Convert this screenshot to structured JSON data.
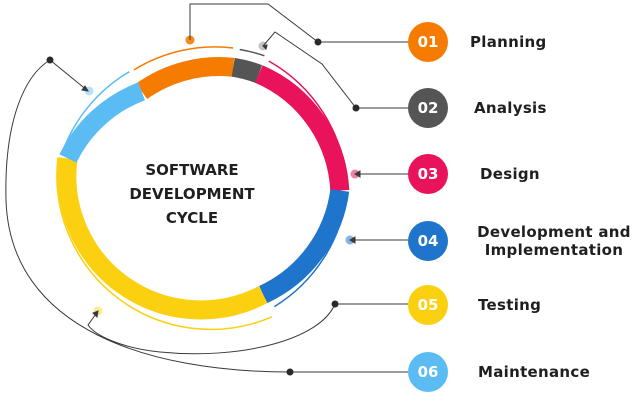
{
  "center": {
    "line1": "SOFTWARE",
    "line2": "DEVELOPMENT",
    "line3": "CYCLE"
  },
  "steps": [
    {
      "num": "01",
      "label": "Planning",
      "color": "#f57c00"
    },
    {
      "num": "02",
      "label": "Analysis",
      "color": "#555555"
    },
    {
      "num": "03",
      "label": "Design",
      "color": "#e8135b"
    },
    {
      "num": "04",
      "label_line1": "Development and",
      "label_line2": "Implementation",
      "color": "#1f74cc"
    },
    {
      "num": "05",
      "label": "Testing",
      "color": "#fbd010"
    },
    {
      "num": "06",
      "label": "Maintenance",
      "color": "#5bbcf3"
    }
  ],
  "ring_segments": [
    {
      "name": "planning",
      "color": "#f57c00"
    },
    {
      "name": "analysis",
      "color": "#555555"
    },
    {
      "name": "design",
      "color": "#e8135b"
    },
    {
      "name": "development",
      "color": "#1f74cc"
    },
    {
      "name": "testing",
      "color": "#fbd010"
    },
    {
      "name": "maintenance",
      "color": "#5bbcf3"
    }
  ]
}
